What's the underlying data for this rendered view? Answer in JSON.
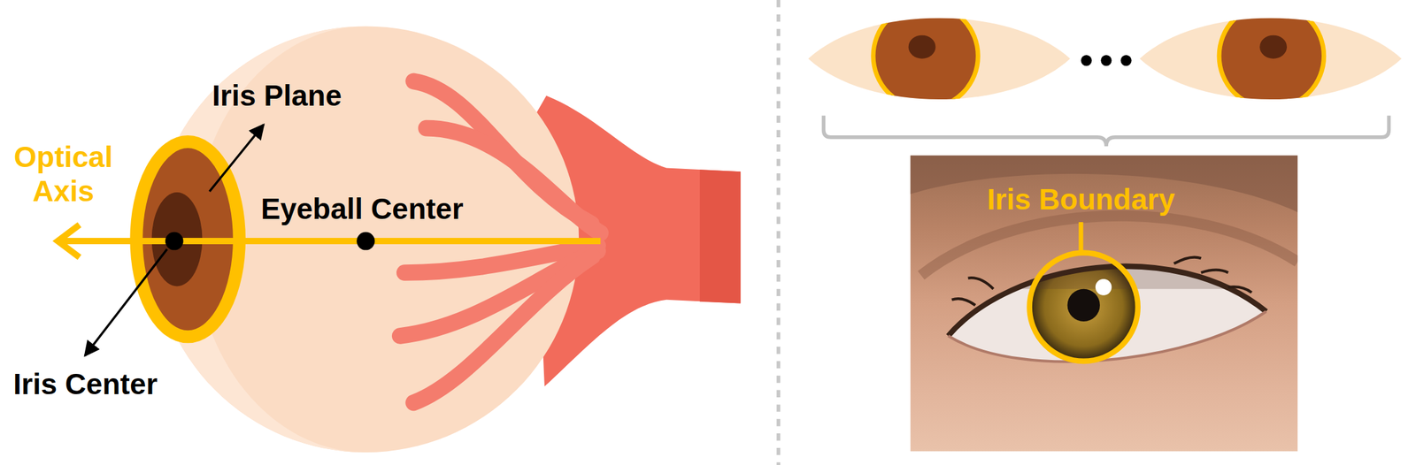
{
  "diagram": {
    "labels": [
      "Optical Axis",
      "Iris Plane",
      "Eyeball Center",
      "Iris Center",
      "Iris Boundary"
    ]
  }
}
